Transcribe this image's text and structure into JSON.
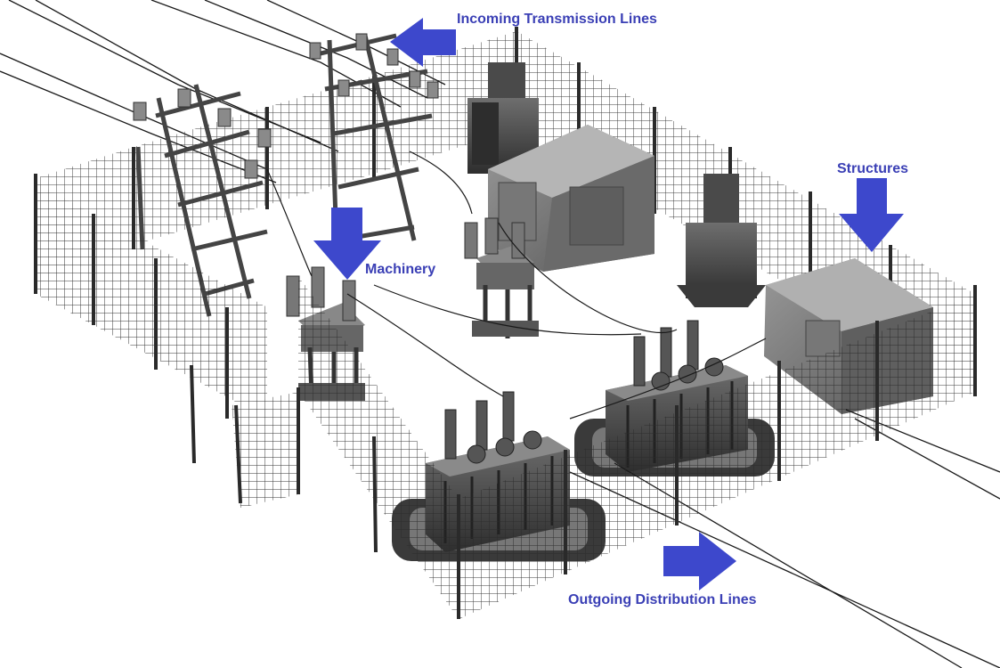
{
  "labels": {
    "incoming": "Incoming Transmission Lines",
    "machinery": "Machinery",
    "structures": "Structures",
    "outgoing": "Outgoing Distribution Lines"
  },
  "colors": {
    "label_text": "#3a3fb5",
    "arrow_fill": "#3d48cc",
    "metal_dark": "#3c3c3c",
    "metal_mid": "#6e6e6e",
    "metal_light": "#9a9a9a",
    "fence": "#2a2a2a",
    "background": "#ffffff"
  },
  "icons": {
    "incoming_arrow": "arrow-left-icon",
    "machinery_arrow": "arrow-down-icon",
    "structures_arrow": "arrow-down-icon",
    "outgoing_arrow": "arrow-right-icon"
  }
}
